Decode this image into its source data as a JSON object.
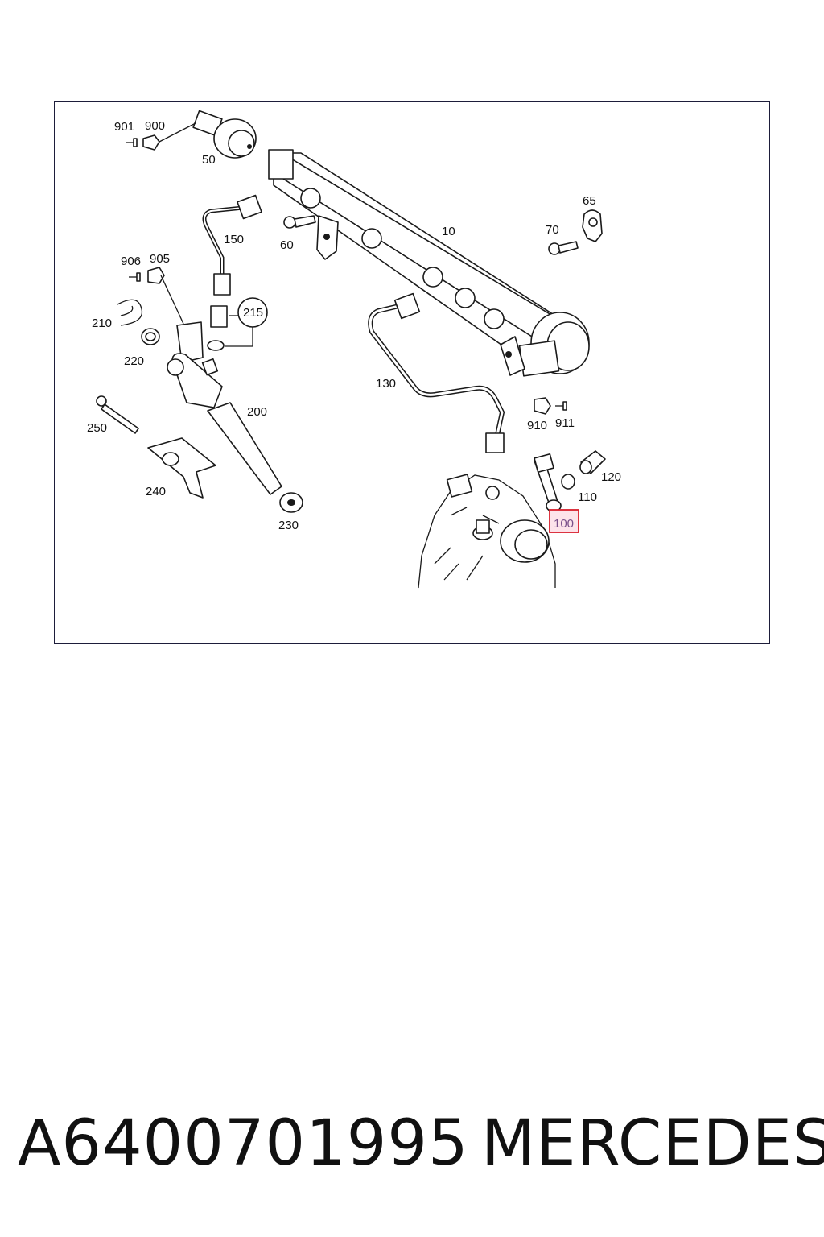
{
  "diagram": {
    "callouts": {
      "c901": "901",
      "c900": "900",
      "c50": "50",
      "c150": "150",
      "c60": "60",
      "c10": "10",
      "c65": "65",
      "c70": "70",
      "c906": "906",
      "c905": "905",
      "c215": "215",
      "c210": "210",
      "c220": "220",
      "c130": "130",
      "c200": "200",
      "c250": "250",
      "c240": "240",
      "c230": "230",
      "c910": "910",
      "c911": "911",
      "c120": "120",
      "c110": "110",
      "c100": "100"
    },
    "highlighted_callout": "100",
    "highlight_color": "#d81e2c"
  },
  "footer": {
    "part_number": "A6400701995",
    "brand": "MERCEDES"
  }
}
